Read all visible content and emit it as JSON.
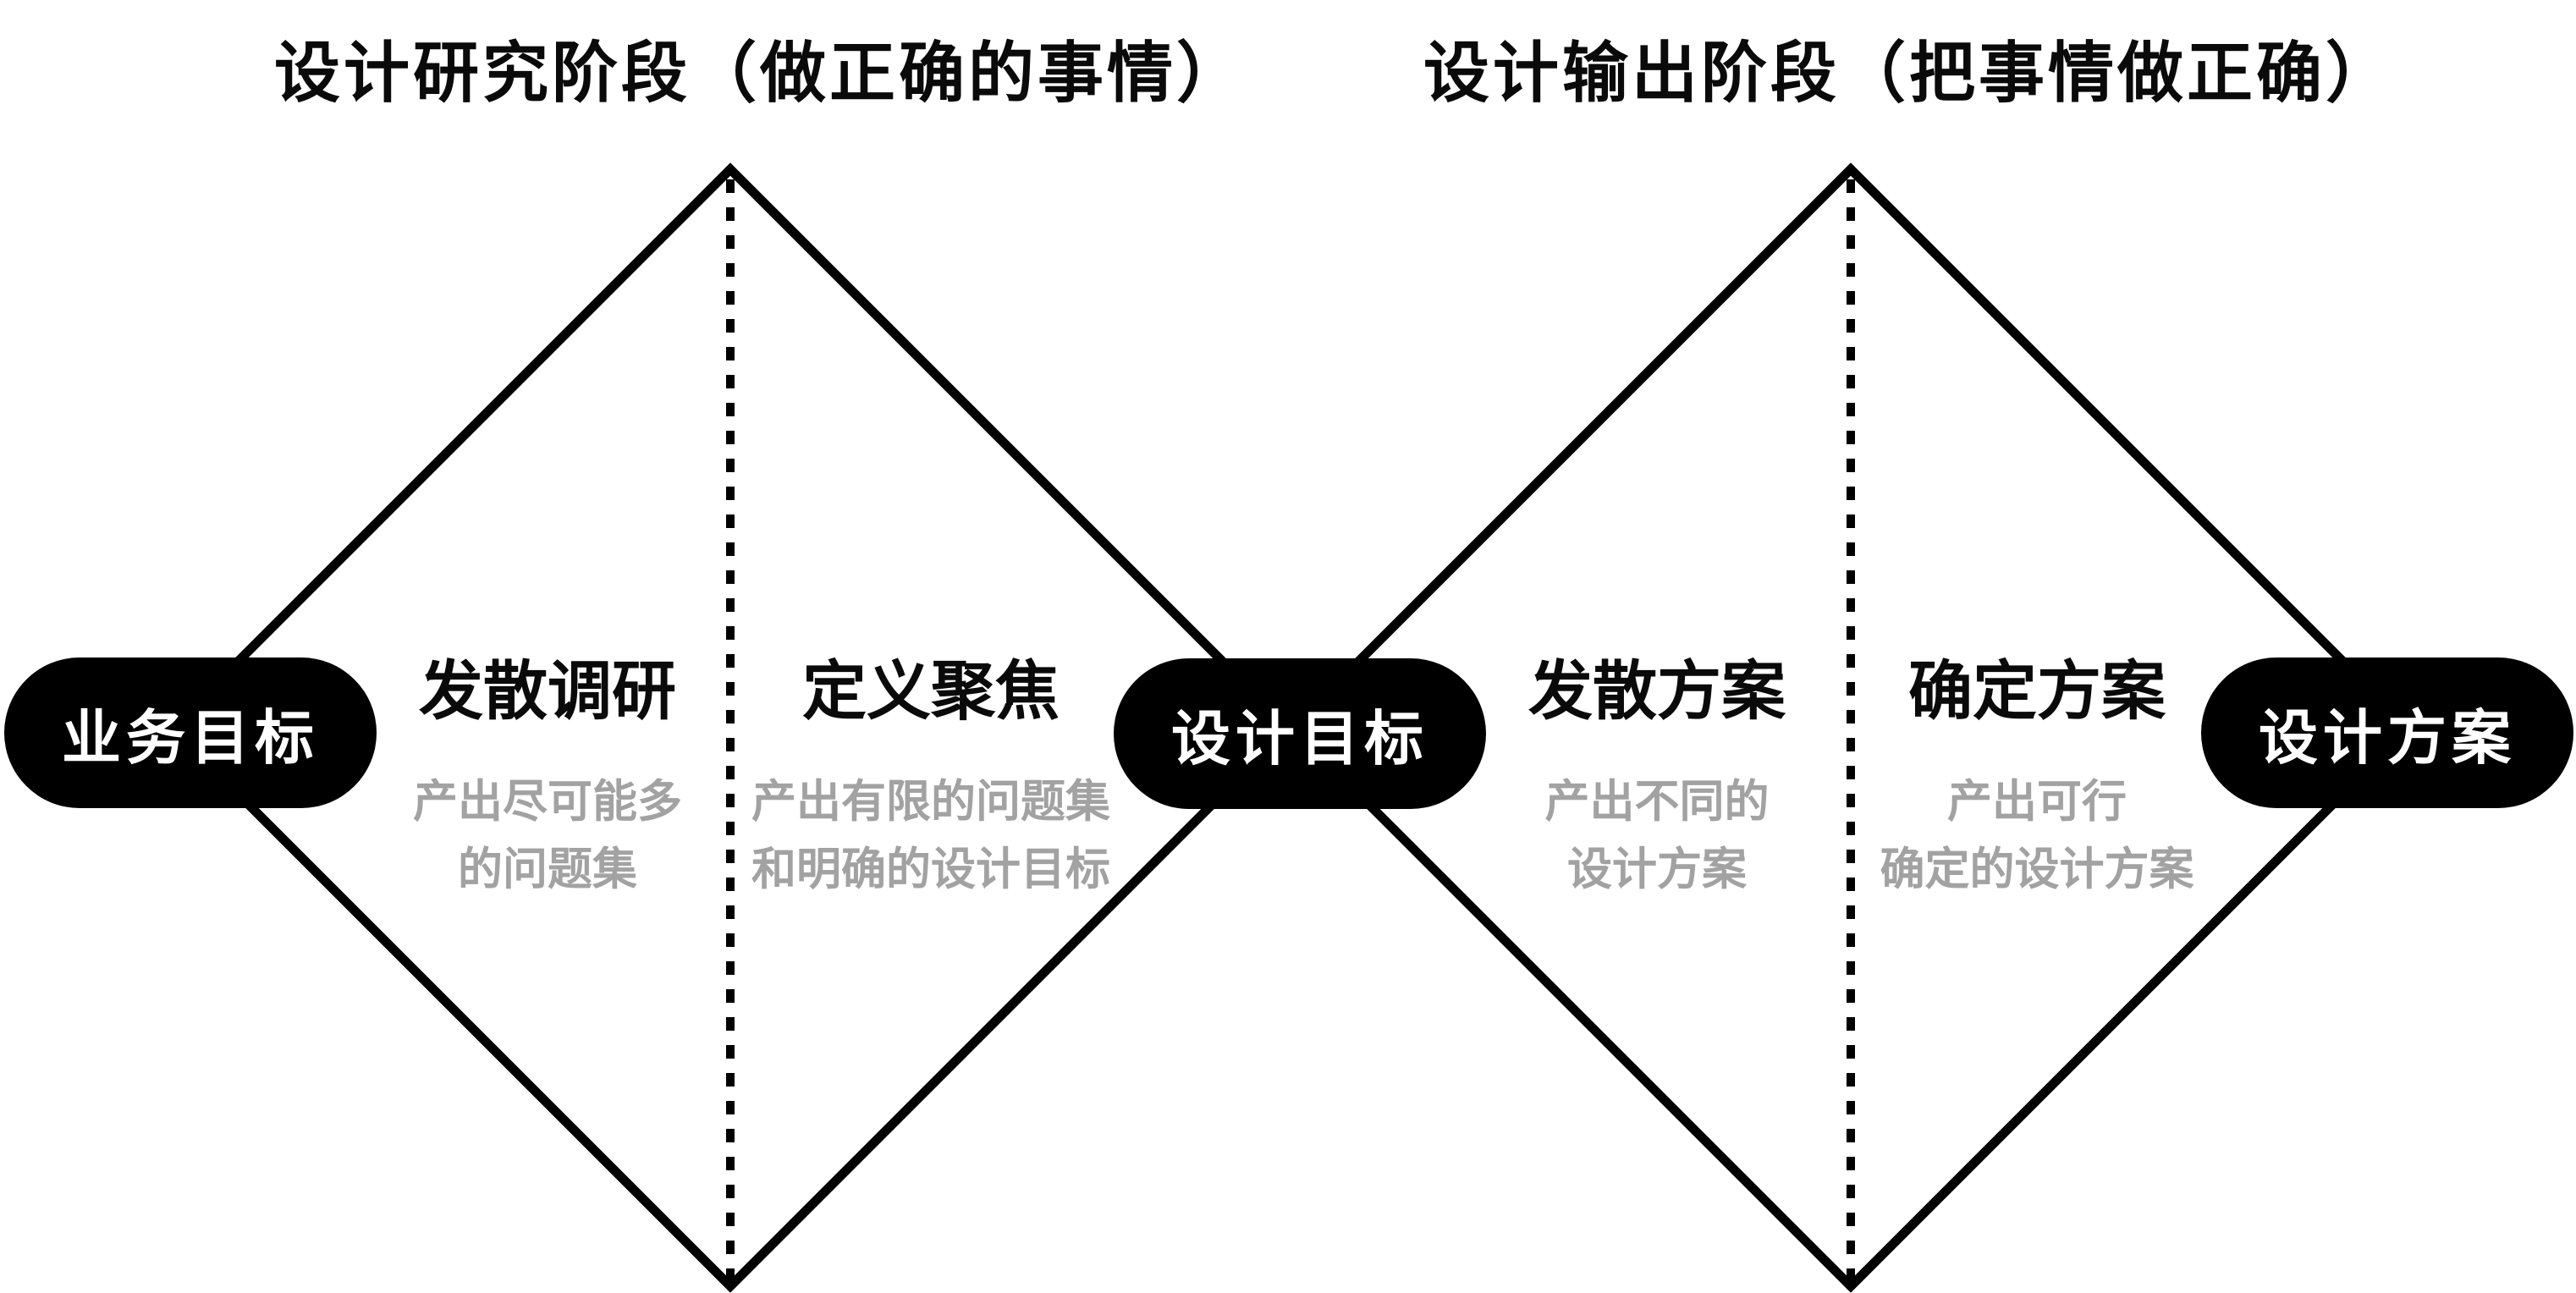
{
  "colors": {
    "background": "#ffffff",
    "line": "#000000",
    "pill_background": "#000000",
    "pill_text": "#ffffff",
    "heading_text": "#0a0a0a",
    "subtitle_text": "#a2a2a2"
  },
  "diagram_type": "double-diamond-design-process",
  "left_stage": {
    "title": "设计研究阶段（做正确的事情）",
    "diverge": {
      "heading": "发散调研",
      "sub_line1": "产出尽可能多",
      "sub_line2": "的问题集"
    },
    "converge": {
      "heading": "定义聚焦",
      "sub_line1": "产出有限的问题集",
      "sub_line2": "和明确的设计目标"
    }
  },
  "right_stage": {
    "title": "设计输出阶段（把事情做正确）",
    "diverge": {
      "heading": "发散方案",
      "sub_line1": "产出不同的",
      "sub_line2": "设计方案"
    },
    "converge": {
      "heading": "确定方案",
      "sub_line1": "产出可行",
      "sub_line2": "确定的设计方案"
    }
  },
  "milestones": {
    "business_goal": "业务目标",
    "design_goal": "设计目标",
    "design_solution": "设计方案"
  }
}
